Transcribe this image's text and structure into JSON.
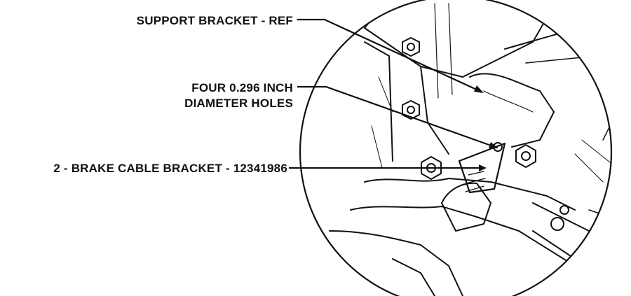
{
  "callouts": {
    "support_bracket": "SUPPORT BRACKET - REF",
    "holes_line1": "FOUR 0.296 INCH",
    "holes_line2": "DIAMETER HOLES",
    "brake_cable_bracket": "2 - BRAKE CABLE BRACKET - 12341986"
  },
  "colors": {
    "ink": "#111111",
    "background": "#ffffff"
  }
}
